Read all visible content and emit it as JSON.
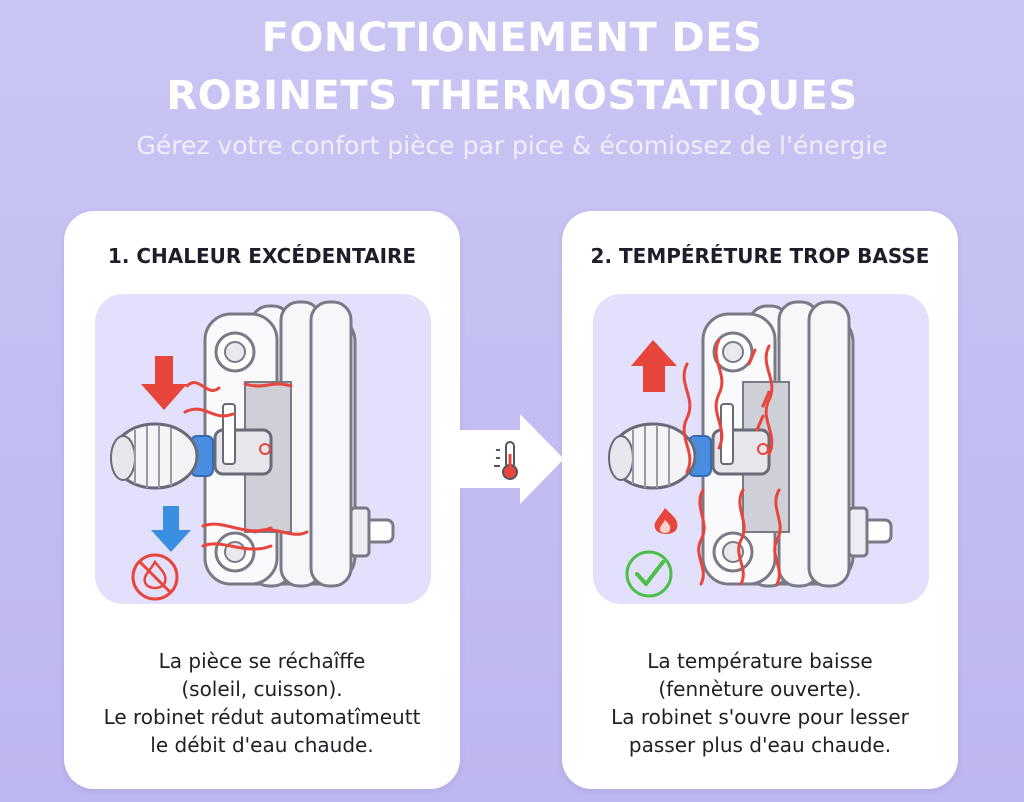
{
  "title": {
    "line1": "FONCTIONEMENT DES",
    "line2": "ROBINETS THERMOSTATIQUES"
  },
  "subtitle": "Gérez votre confort pièce par pice & écomiosez de l'énergie",
  "cards": [
    {
      "title": "1. CHALEUR EXCÉDENTAIRE",
      "lines": [
        "La pièce se réchaîffe",
        "(soleil, cuisson).",
        "Le robinet rédut automatîmeutt",
        "le débit d'eau chaude."
      ],
      "arrow_up_color": "#e8453c",
      "arrow_down_color": "#3a8fe0",
      "status_icon": "no-heating-icon"
    },
    {
      "title": "2. TEMPÉRÉTURE TROP BASSE",
      "lines": [
        "La température baisse",
        "(fennèture ouverte).",
        "La robinet s'ouvre pour lesser",
        "passer plus d'eau chaude."
      ],
      "arrow_up_color": "#e8453c",
      "status_icon": "checkmark-icon"
    }
  ],
  "connector_icon": "thermometer-icon",
  "colors": {
    "background": "#c6c2f2",
    "accent_red": "#e8453c",
    "accent_blue": "#3a8fe0",
    "accent_green": "#4cbf4a"
  }
}
